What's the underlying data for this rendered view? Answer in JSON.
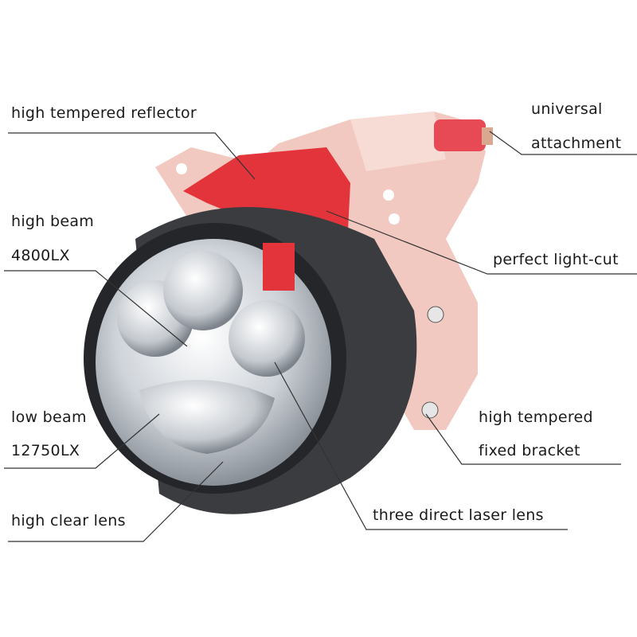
{
  "labels": {
    "reflector": "high tempered reflector",
    "attachment_1": "universal",
    "attachment_2": "attachment",
    "high_beam_1": "high beam",
    "high_beam_2": "4800LX",
    "light_cut": "perfect light-cut",
    "low_beam_1": "low beam",
    "low_beam_2": "12750LX",
    "bracket_1": "high tempered",
    "bracket_2": "fixed bracket",
    "clear_lens": "high clear lens",
    "laser_lens": "three direct laser lens"
  },
  "colors": {
    "bracket": "#f2c9c0",
    "reflector": "#e3343c",
    "housing": "#3a3c40",
    "lens": "#d9dde2",
    "leader": "#333333"
  }
}
